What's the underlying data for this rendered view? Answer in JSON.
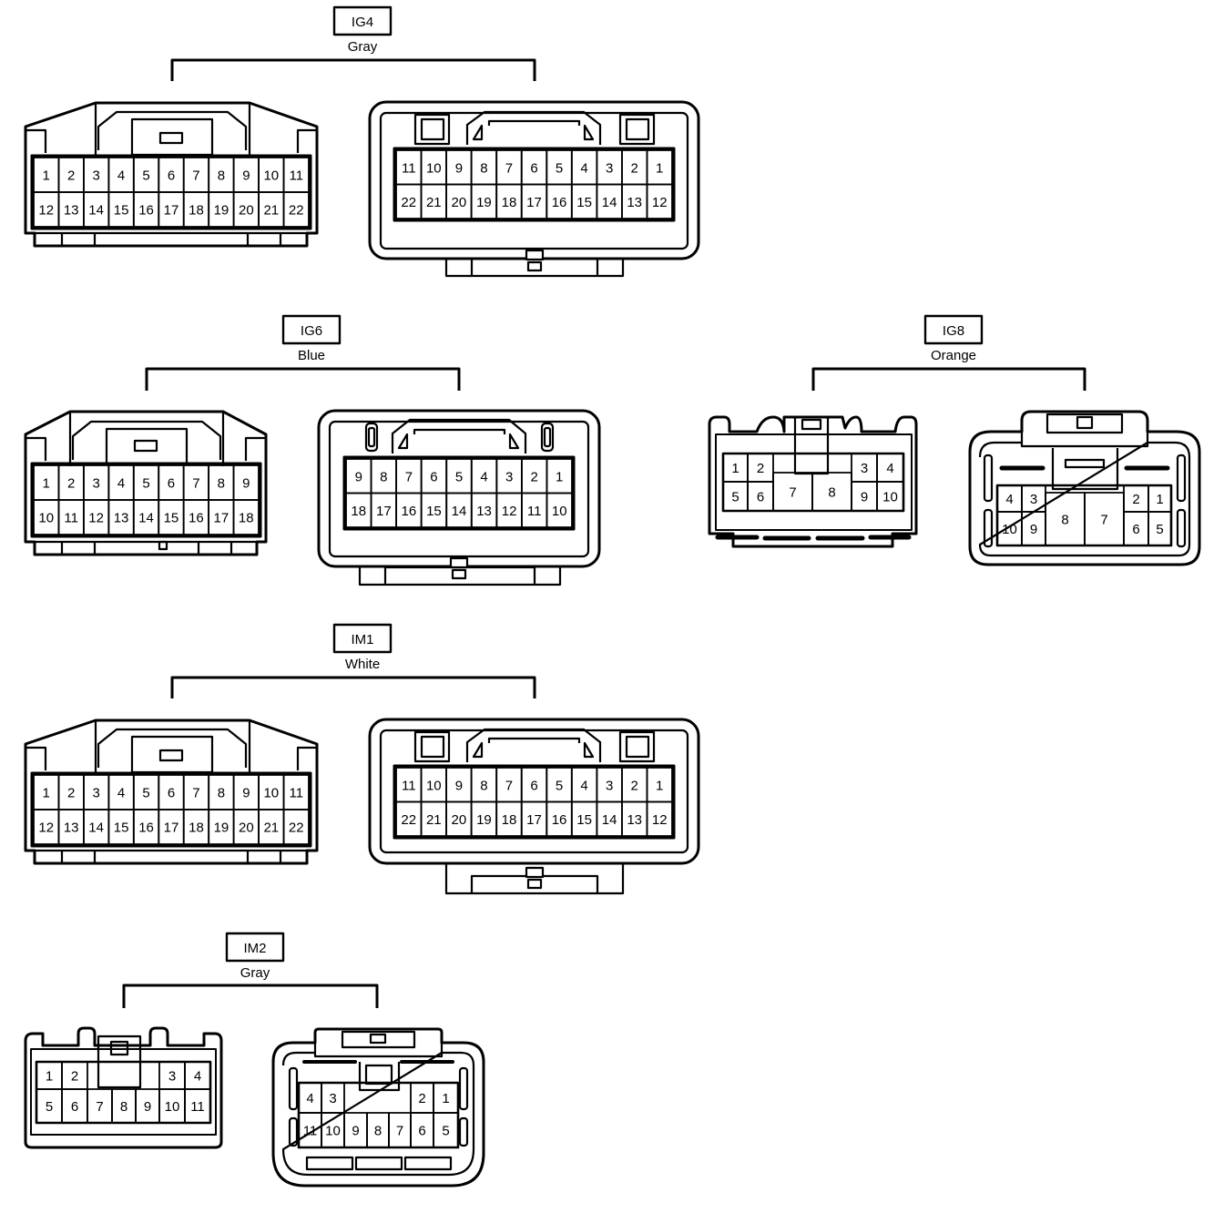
{
  "connectors": [
    {
      "id": "IG4",
      "color": "Gray",
      "male": {
        "rows": [
          [
            "1",
            "2",
            "3",
            "4",
            "5",
            "6",
            "7",
            "8",
            "9",
            "10",
            "11"
          ],
          [
            "12",
            "13",
            "14",
            "15",
            "16",
            "17",
            "18",
            "19",
            "20",
            "21",
            "22"
          ]
        ]
      },
      "female": {
        "rows": [
          [
            "11",
            "10",
            "9",
            "8",
            "7",
            "6",
            "5",
            "4",
            "3",
            "2",
            "1"
          ],
          [
            "22",
            "21",
            "20",
            "19",
            "18",
            "17",
            "16",
            "15",
            "14",
            "13",
            "12"
          ]
        ]
      }
    },
    {
      "id": "IG6",
      "color": "Blue",
      "male": {
        "rows": [
          [
            "1",
            "2",
            "3",
            "4",
            "5",
            "6",
            "7",
            "8",
            "9"
          ],
          [
            "10",
            "11",
            "12",
            "13",
            "14",
            "15",
            "16",
            "17",
            "18"
          ]
        ]
      },
      "female": {
        "rows": [
          [
            "9",
            "8",
            "7",
            "6",
            "5",
            "4",
            "3",
            "2",
            "1"
          ],
          [
            "18",
            "17",
            "16",
            "15",
            "14",
            "13",
            "12",
            "11",
            "10"
          ]
        ]
      }
    },
    {
      "id": "IG8",
      "color": "Orange",
      "male": {
        "pins": [
          "1",
          "2",
          "5",
          "6",
          "7",
          "8",
          "3",
          "4",
          "9",
          "10"
        ]
      },
      "female": {
        "pins": [
          "4",
          "3",
          "10",
          "9",
          "8",
          "7",
          "2",
          "1",
          "6",
          "5"
        ]
      }
    },
    {
      "id": "IM1",
      "color": "White",
      "male": {
        "rows": [
          [
            "1",
            "2",
            "3",
            "4",
            "5",
            "6",
            "7",
            "8",
            "9",
            "10",
            "11"
          ],
          [
            "12",
            "13",
            "14",
            "15",
            "16",
            "17",
            "18",
            "19",
            "20",
            "21",
            "22"
          ]
        ]
      },
      "female": {
        "rows": [
          [
            "11",
            "10",
            "9",
            "8",
            "7",
            "6",
            "5",
            "4",
            "3",
            "2",
            "1"
          ],
          [
            "22",
            "21",
            "20",
            "19",
            "18",
            "17",
            "16",
            "15",
            "14",
            "13",
            "12"
          ]
        ]
      }
    },
    {
      "id": "IM2",
      "color": "Gray",
      "male": {
        "pins": [
          "1",
          "2",
          "3",
          "4",
          "5",
          "6",
          "7",
          "8",
          "9",
          "10",
          "11"
        ]
      },
      "female": {
        "pins": [
          "4",
          "3",
          "2",
          "1",
          "11",
          "10",
          "9",
          "8",
          "7",
          "6",
          "5"
        ]
      }
    }
  ]
}
